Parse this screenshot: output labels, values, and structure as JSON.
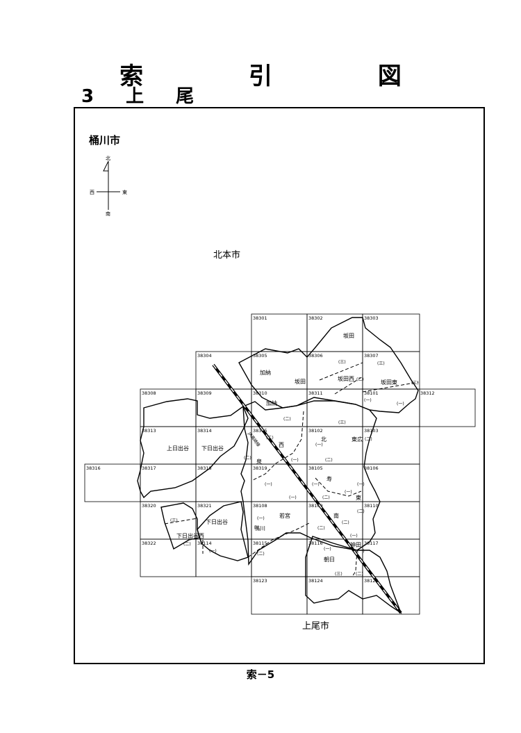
{
  "header": {
    "title": "索 引 図",
    "subtitle": "3　上　尾"
  },
  "map": {
    "city_label": "桶川市",
    "compass": {
      "north": "北",
      "south": "南",
      "east": "東",
      "west": "西"
    },
    "neighbors": {
      "north": "北本市",
      "south": "上尾市"
    },
    "sheet_numbers": [
      "38301",
      "38302",
      "38303",
      "38304",
      "38305",
      "38306",
      "38307",
      "38308",
      "38309",
      "38310",
      "38311",
      "38101",
      "38312",
      "38313",
      "38314",
      "38315",
      "38102",
      "38103",
      "38316",
      "38317",
      "38318",
      "38319",
      "38105",
      "38106",
      "38320",
      "38321",
      "38108",
      "38109",
      "38110",
      "38322",
      "38114",
      "38115",
      "38116",
      "38117",
      "38123",
      "38124",
      "38125"
    ],
    "area_labels": [
      "坂田",
      "加納",
      "坂田",
      "坂田西",
      "坂田東",
      "加納",
      "上日出谷",
      "下日出谷",
      "西",
      "北",
      "東広",
      "泉",
      "若宮",
      "寿",
      "東",
      "南",
      "鴨川",
      "下日出谷",
      "下日出谷西",
      "朝日",
      "神田"
    ],
    "district_numbers": [
      "(一)",
      "(二)",
      "(三)"
    ],
    "railway_label": "JR高崎線"
  },
  "footer": {
    "page_label": "索－5"
  }
}
